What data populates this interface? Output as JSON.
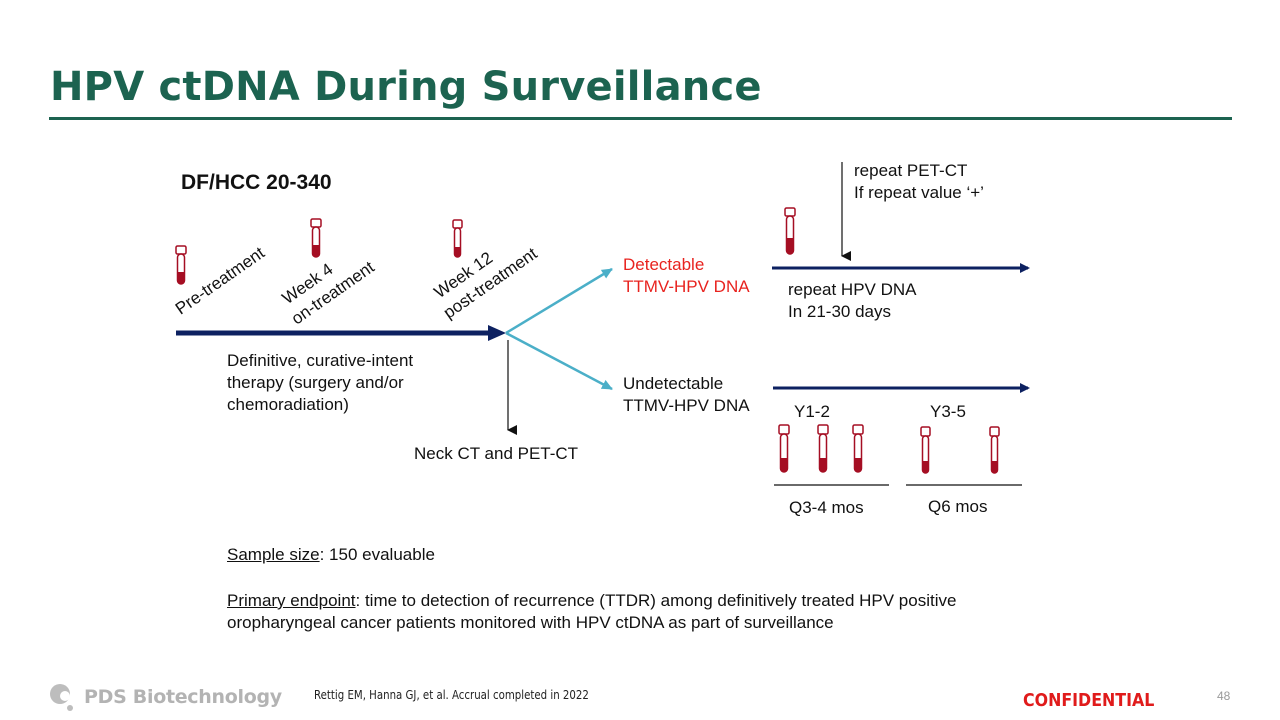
{
  "slide": {
    "title": "HPV ctDNA During Surveillance",
    "study_id": "DF/HCC 20-340",
    "timeline": {
      "timepoints": [
        {
          "line1": "Pre-treatment",
          "line2": ""
        },
        {
          "line1": "Week 4",
          "line2": "on-treatment"
        },
        {
          "line1": "Week 12",
          "line2": "post-treatment"
        }
      ],
      "therapy_label": [
        "Definitive, curative-intent",
        "therapy (surgery and/or",
        "chemoradiation)"
      ],
      "imaging_label": "Neck CT and PET-CT"
    },
    "detectable_branch": {
      "label": [
        "Detectable",
        "TTMV-HPV DNA"
      ],
      "label_color": "#e8231f",
      "action": [
        "repeat HPV DNA",
        "In 21-30 days"
      ],
      "followup": [
        "repeat PET-CT",
        "If repeat value ‘+’"
      ]
    },
    "undetectable_branch": {
      "label": [
        "Undetectable",
        "TTMV-HPV DNA"
      ],
      "periods": [
        {
          "label": "Y1-2",
          "interval": "Q3-4 mos",
          "draws": 3
        },
        {
          "label": "Y3-5",
          "interval": "Q6 mos",
          "draws": 2
        }
      ]
    },
    "notes": {
      "sample_size_label": "Sample size",
      "sample_size_value": ": 150 evaluable",
      "primary_endpoint_label": "Primary endpoint",
      "primary_endpoint_value_line1": ": time to detection of recurrence (TTDR) among definitively treated HPV positive",
      "primary_endpoint_value_line2": "oropharyngeal cancer patients monitored with HPV ctDNA as part of surveillance"
    },
    "icons": {
      "blood_tube": "blood-collection-tube-icon"
    }
  },
  "colors": {
    "title_green": "#1c6350",
    "timeline_navy": "#0d2161",
    "branch_teal": "#4bafc8",
    "tube_red": "#a50e23",
    "confidential_red": "#e01b1b"
  },
  "footer": {
    "company": "PDS Biotechnology",
    "citation": "Rettig EM, Hanna GJ, et al. Accrual completed in 2022",
    "confidential": "CONFIDENTIAL",
    "page_number": "48"
  }
}
